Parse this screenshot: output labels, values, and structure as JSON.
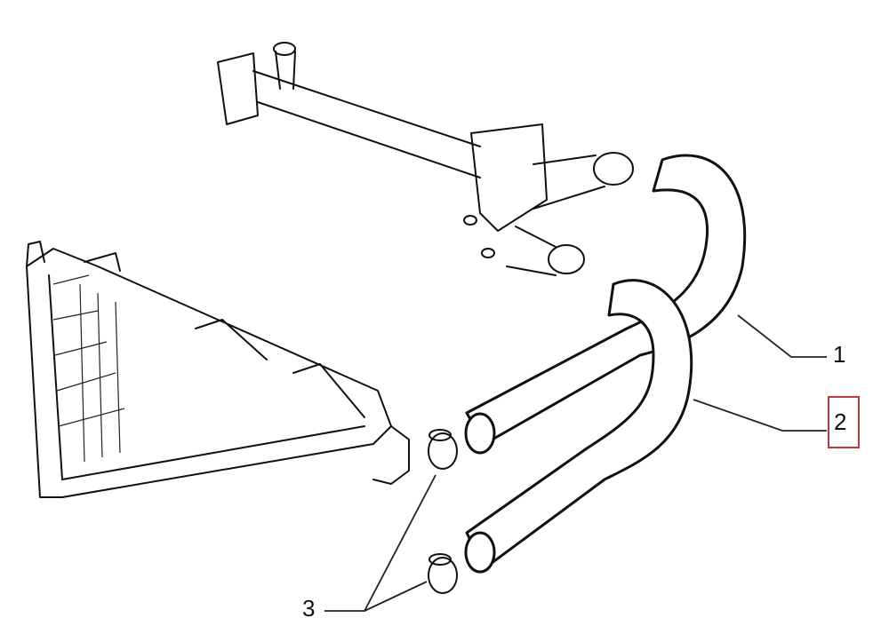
{
  "callouts": [
    {
      "number": "1"
    },
    {
      "number": "2",
      "highlighted": true
    },
    {
      "number": "3"
    }
  ],
  "highlight_color": "#c0393b"
}
